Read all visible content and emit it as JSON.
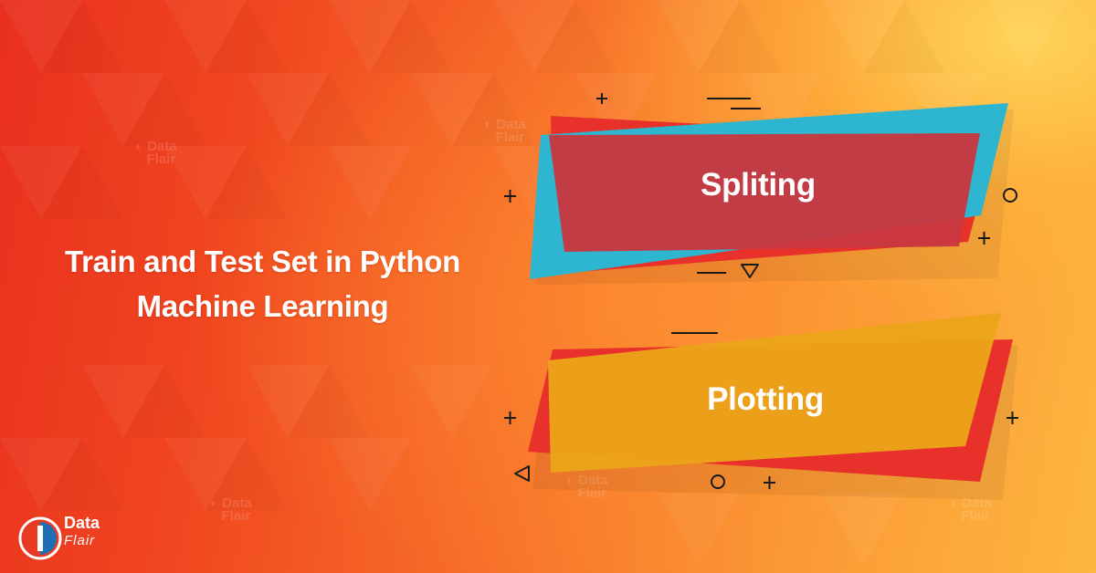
{
  "banner": {
    "title_line_1": "Train and Test Set in Python",
    "title_line_2": "Machine Learning"
  },
  "cards": {
    "top_label": "Spliting",
    "bottom_label": "Plotting"
  },
  "logo": {
    "line_1": "Data",
    "line_2": "Flair"
  },
  "colors": {
    "background_left": "#e9301f",
    "background_right": "#fdb640",
    "card_red": "#e8312a",
    "card_crimson": "#c9373f",
    "card_teal": "#2eb6d1",
    "card_gold": "#eba41a",
    "logo_blue": "#1f6fb5",
    "shape_outline": "#1a1a1a"
  },
  "icons": [
    "plus-icon",
    "circle-icon",
    "triangle-down-icon",
    "triangle-left-icon",
    "dash-icon",
    "dataflair-logo-icon"
  ]
}
